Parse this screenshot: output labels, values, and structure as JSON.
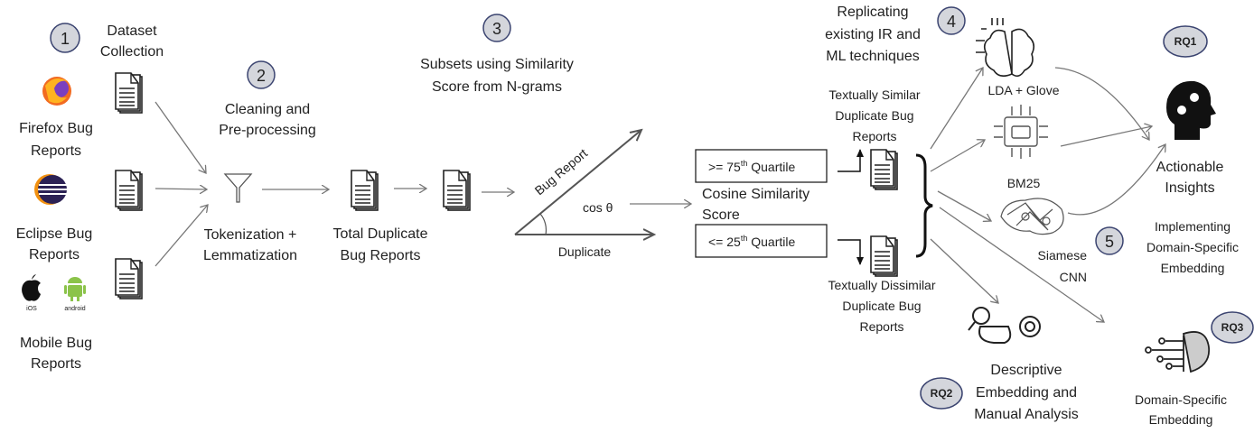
{
  "steps": {
    "s1": {
      "number": "1",
      "label": [
        "Dataset",
        "Collection"
      ]
    },
    "s2": {
      "number": "2",
      "label": [
        "Cleaning and",
        "Pre-processing"
      ]
    },
    "s3": {
      "number": "3",
      "label": [
        "Subsets using Similarity",
        "Score from N-grams"
      ]
    },
    "s4": {
      "number": "4",
      "label": [
        "Replicating",
        "existing IR and",
        "ML techniques"
      ]
    },
    "s5": {
      "number": "5",
      "label": [
        "Implementing",
        "Domain-Specific",
        "Embedding"
      ]
    }
  },
  "sources": {
    "firefox": [
      "Firefox Bug",
      "Reports"
    ],
    "eclipse": [
      "Eclipse Bug",
      "Reports"
    ],
    "mobile": [
      "Mobile Bug",
      "Reports"
    ],
    "ios_label": "iOS",
    "android_label": "android"
  },
  "tokenization": [
    "Tokenization +",
    "Lemmatization"
  ],
  "total_duplicates": [
    "Total Duplicate",
    "Bug Reports"
  ],
  "cosine": {
    "hyp_label": "Bug Report",
    "angle_label": "cos θ",
    "base_label": "Duplicate",
    "score_label": [
      "Cosine Similarity",
      "Score"
    ]
  },
  "quartiles": {
    "high": {
      "prefix": ">= 75",
      "sup": "th",
      "suffix": " Quartile"
    },
    "low": {
      "prefix": "<= 25",
      "sup": "th",
      "suffix": " Quartile"
    }
  },
  "similar": [
    "Textually Similar",
    "Duplicate Bug",
    "Reports"
  ],
  "dissimilar": [
    "Textually Dissimilar",
    "Duplicate Bug",
    "Reports"
  ],
  "techniques": {
    "lda": "LDA + Glove",
    "bm25": "BM25",
    "siamese": [
      "Siamese",
      "CNN"
    ]
  },
  "outcomes": {
    "insights": [
      "Actionable",
      "Insights"
    ],
    "descriptive": [
      "Descriptive",
      "Embedding and",
      "Manual Analysis"
    ],
    "domain": [
      "Domain-Specific",
      "Embedding"
    ]
  },
  "rq": {
    "rq1": "RQ1",
    "rq2": "RQ2",
    "rq3": "RQ3"
  },
  "colors": {
    "badge_fill": "#d4d6dc",
    "badge_stroke": "#3b4470",
    "firefox": "#f26b21",
    "eclipse": "#2c2255",
    "android": "#8bc34a"
  }
}
